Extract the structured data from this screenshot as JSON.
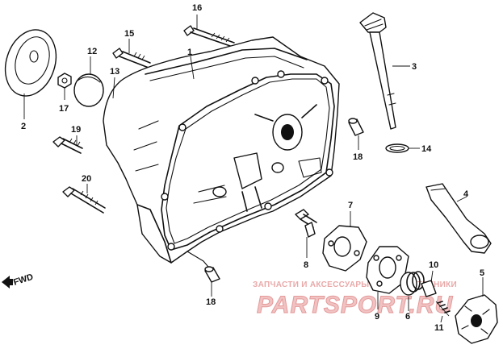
{
  "diagram": {
    "part_labels": [
      "1",
      "2",
      "3",
      "4",
      "5",
      "6",
      "7",
      "8",
      "9",
      "10",
      "11",
      "12",
      "13",
      "14",
      "15",
      "16",
      "17",
      "18",
      "18",
      "19",
      "20"
    ],
    "direction_label": "FWD",
    "watermark_text": "ЗАПЧАСТИ И АКСЕССУАРЫ ДЛЯ МОТОТЕХНИКИ",
    "watermark_logo": "PARTSPORT.RU",
    "colors": {
      "line": "#111111",
      "watermark": "#e9a9a9"
    }
  }
}
